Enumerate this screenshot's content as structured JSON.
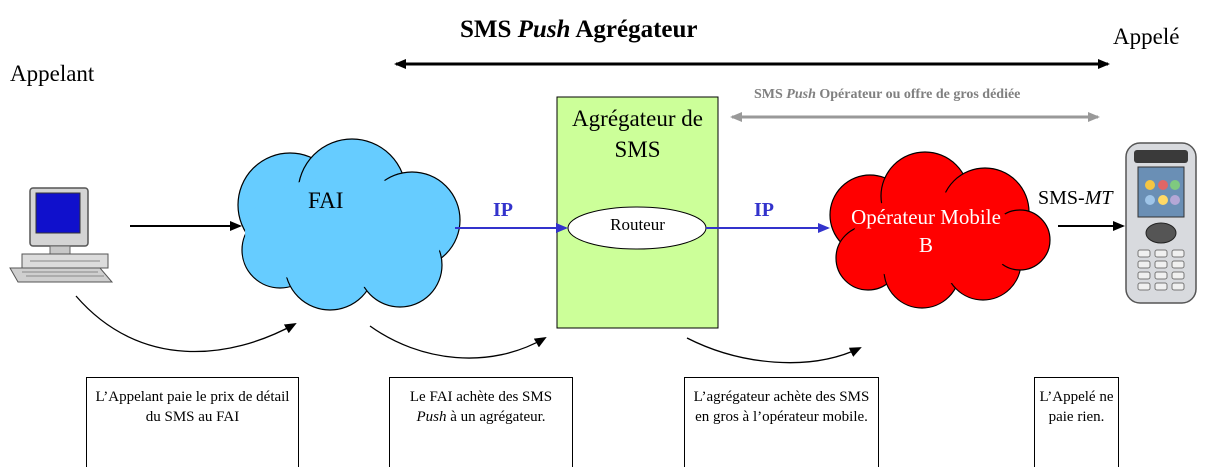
{
  "title": {
    "part1": "SMS ",
    "part2": "Push",
    "part3": " Agrégateur"
  },
  "caller": {
    "label": "Appelant"
  },
  "callee": {
    "label": "Appelé"
  },
  "subtitle": {
    "part1": "SMS ",
    "part2": "Push",
    "part3": " Opérateur ou offre de gros dédiée"
  },
  "aggregator": {
    "label": "Agrégateur de SMS"
  },
  "fai": {
    "label": "FAI"
  },
  "ip_left": {
    "label": "IP"
  },
  "ip_right": {
    "label": "IP"
  },
  "router": {
    "label": "Routeur"
  },
  "operator": {
    "label": "Opérateur Mobile B"
  },
  "sms_mt": {
    "part1": "SMS-",
    "part2": "MT"
  },
  "notes": [
    {
      "text": "L’Appelant paie le prix de détail du SMS au FAI"
    },
    {
      "part1": "Le FAI achète des SMS ",
      "part2": "Push",
      "part3": " à un agrégateur."
    },
    {
      "text": "L’agrégateur achète des SMS en gros à l’opérateur mobile."
    },
    {
      "text": "L’Appelé ne paie rien."
    }
  ],
  "colors": {
    "fai_cloud": "#66ccff",
    "operator_cloud": "#ff0000",
    "aggregator_box": "#ccff99",
    "ip_link": "#3333cc",
    "secondary_arrow": "#999999"
  },
  "icons": {
    "computer": "desktop-computer-icon",
    "phone": "mobile-phone-icon"
  }
}
